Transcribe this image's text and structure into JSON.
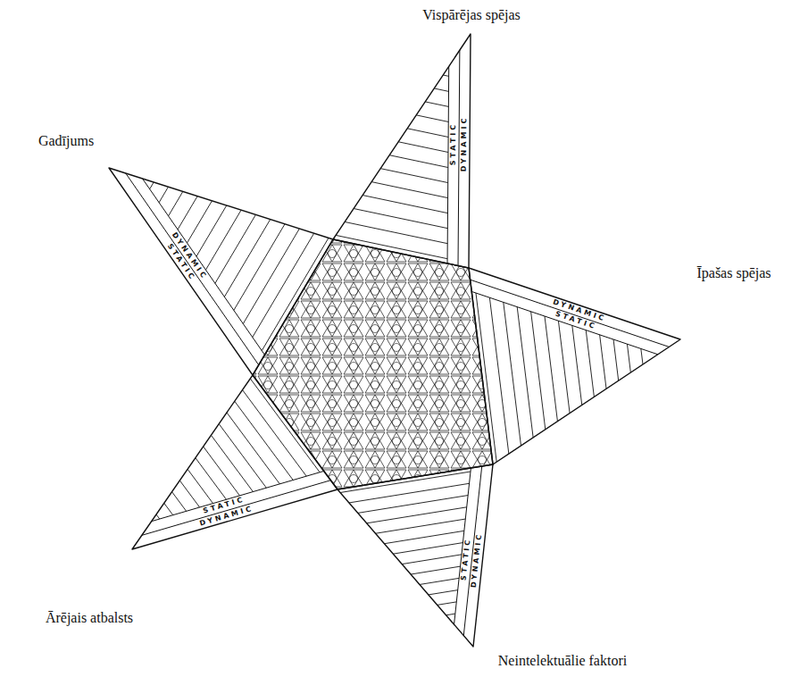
{
  "diagram": {
    "labels": [
      "Vispārējas spējas",
      "DYNAMIC",
      "STATIC",
      "Gadījums",
      "STATIC",
      "DYNAMIC",
      "DYNAMIC",
      "STATIC",
      "Īpašas spējas",
      "STATIC",
      "DYNAMIC",
      "DYNAMIC",
      "STATIC",
      "Ārējais atbalsts",
      "Neintelektuālie faktori"
    ]
  }
}
